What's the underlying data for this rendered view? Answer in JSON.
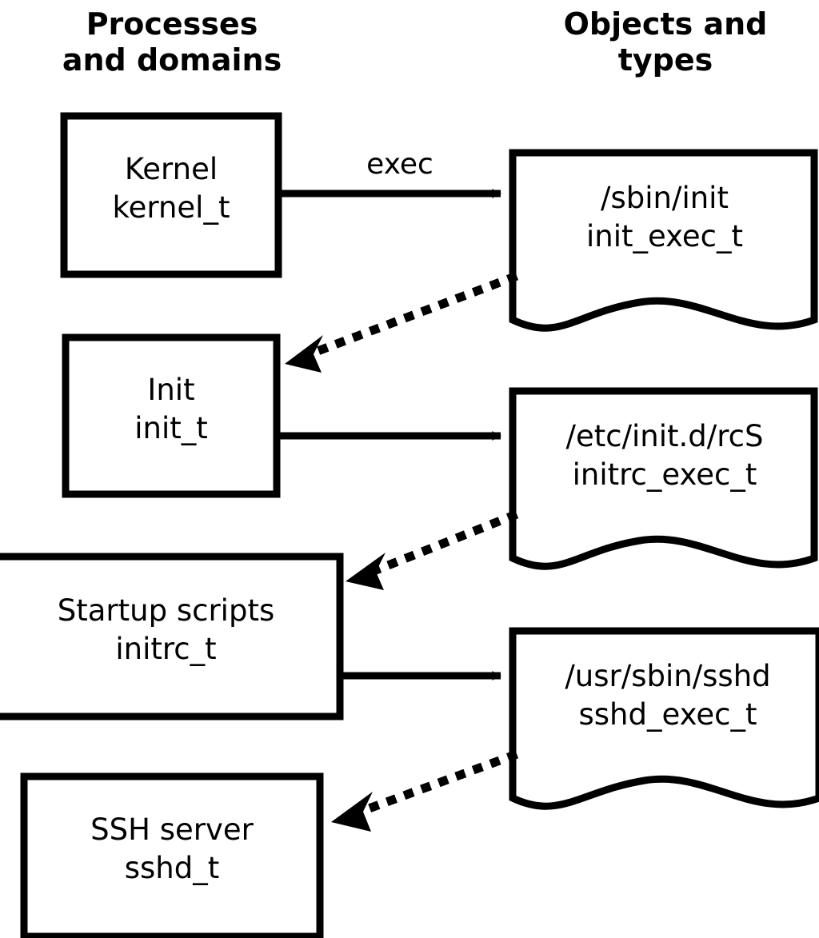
{
  "diagram": {
    "title": "SELinux process domains and object types transition diagram",
    "background_color": "#ffffff",
    "stroke_color": "#000000",
    "columns": [
      {
        "id": "processes",
        "label": "Processes\nand domains"
      },
      {
        "id": "objects",
        "label": "Objects and\ntypes"
      }
    ],
    "process_nodes": [
      {
        "id": "kernel",
        "name": "Kernel",
        "type": "kernel_t",
        "label": "Kernel\nkernel_t"
      },
      {
        "id": "init",
        "name": "Init",
        "type": "init_t",
        "label": "Init\ninit_t"
      },
      {
        "id": "initrc",
        "name": "Startup scripts",
        "type": "initrc_t",
        "label": "Startup scripts\ninitrc_t"
      },
      {
        "id": "sshd",
        "name": "SSH server",
        "type": "sshd_t",
        "label": "SSH server\nsshd_t"
      }
    ],
    "object_nodes": [
      {
        "id": "init_exec",
        "path": "/sbin/init",
        "type": "init_exec_t",
        "label": "/sbin/init\ninit_exec_t"
      },
      {
        "id": "initrc_exec",
        "path": "/etc/init.d/rcS",
        "type": "initrc_exec_t",
        "label": "/etc/init.d/rcS\ninitrc_exec_t"
      },
      {
        "id": "sshd_exec",
        "path": "/usr/sbin/sshd",
        "type": "sshd_exec_t",
        "label": "/usr/sbin/sshd\nsshd_exec_t"
      }
    ],
    "edges": [
      {
        "id": "kernel-exec-init_exec",
        "from": "kernel",
        "to": "init_exec",
        "label": "exec",
        "style": "solid"
      },
      {
        "id": "init_exec-to-init",
        "from": "init_exec",
        "to": "init",
        "label": "",
        "style": "dotted"
      },
      {
        "id": "init-exec-initrc_exec",
        "from": "init",
        "to": "initrc_exec",
        "label": "",
        "style": "solid"
      },
      {
        "id": "initrc_exec-to-initrc",
        "from": "initrc_exec",
        "to": "initrc",
        "label": "",
        "style": "dotted"
      },
      {
        "id": "initrc-exec-sshd_exec",
        "from": "initrc",
        "to": "sshd_exec",
        "label": "",
        "style": "solid"
      },
      {
        "id": "sshd_exec-to-sshd",
        "from": "sshd_exec",
        "to": "sshd",
        "label": "",
        "style": "dotted"
      }
    ]
  }
}
